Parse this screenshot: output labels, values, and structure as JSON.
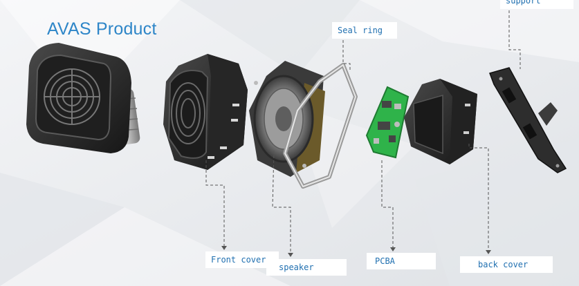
{
  "title": "AVAS Product",
  "labels": {
    "support": "support",
    "seal_ring": "Seal ring",
    "front_cover": "Front cover",
    "speaker": "speaker",
    "pcba": "PCBA",
    "back_cover": "back cover"
  },
  "colors": {
    "title": "#2e86c8",
    "label_text": "#1f6fb0",
    "leader_line": "#555555",
    "housing": "#2b2b2b",
    "pcb_green": "#2fb34a",
    "background": "#eceef1"
  }
}
